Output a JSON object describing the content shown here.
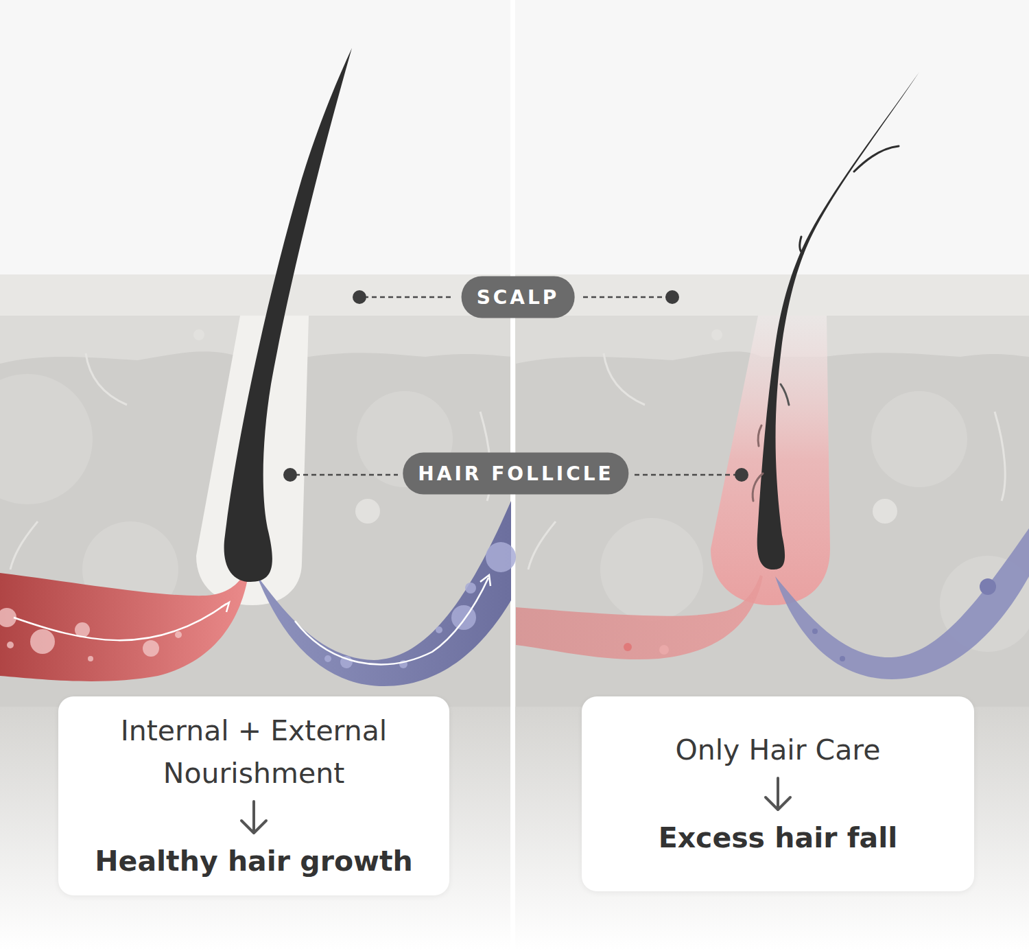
{
  "diagram": {
    "nodes": [
      {
        "text": [
          "SCALP"
        ]
      },
      {
        "text": [
          "HAIR FOLLICLE"
        ]
      },
      {
        "text": [
          "Internal + External Nourishment",
          "Healthy hair growth"
        ]
      },
      {
        "text": [
          "Only Hair Care",
          "Excess hair fall"
        ]
      }
    ]
  }
}
